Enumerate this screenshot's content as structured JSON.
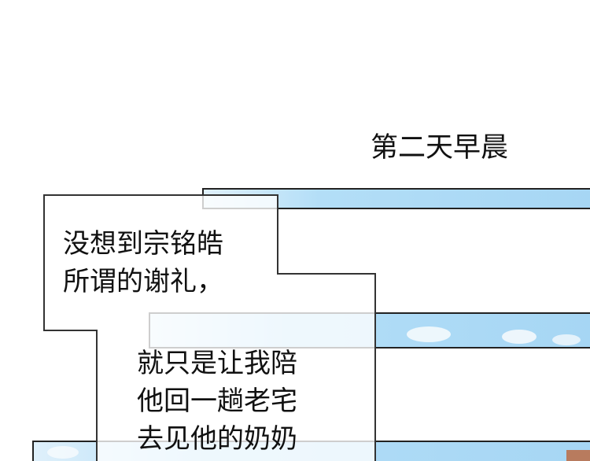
{
  "title": "第二天早晨",
  "caption_1": {
    "lines": [
      "没想到宗铭皓",
      "所谓的谢礼，"
    ]
  },
  "caption_2": {
    "lines": [
      "就只是让我陪",
      "他回一趟老宅",
      "去见他的奶奶"
    ]
  },
  "colors": {
    "sky": "#a9d8f5",
    "border": "#222222",
    "caption_fill": "#ffffff"
  }
}
